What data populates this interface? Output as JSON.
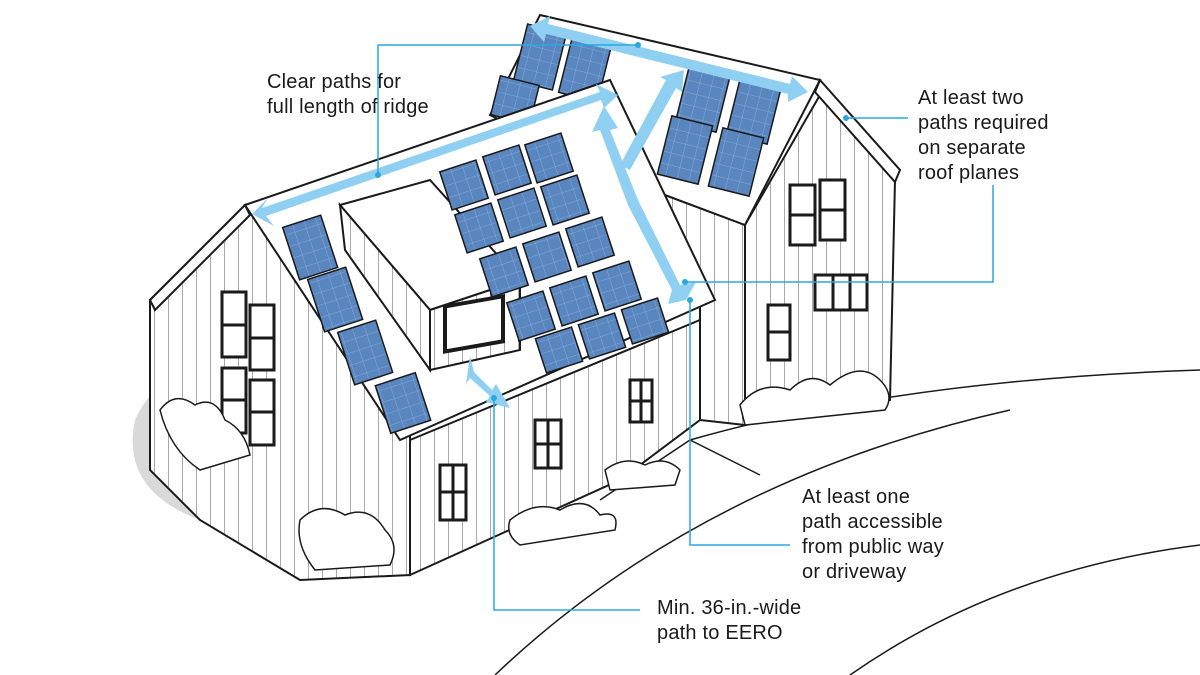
{
  "callouts": {
    "ridge": {
      "lines": [
        "Clear paths for",
        "full length of ridge"
      ]
    },
    "planes": {
      "lines": [
        "At least two",
        "paths required",
        "on separate",
        "roof planes"
      ]
    },
    "access": {
      "lines": [
        "At least one",
        "path accessible",
        "from public way",
        "or driveway"
      ]
    },
    "eero": {
      "lines": [
        "Min. 36-in.-wide",
        "path to EERO"
      ]
    }
  },
  "colors": {
    "path_arrow": "#8fd0f2",
    "leader_line": "#29a8e0",
    "panel": "#5a86bf",
    "panel_light": "#8fb2dc",
    "outline": "#1a1a1a",
    "shadow": "#d9d9d9",
    "siding": "#ffffff"
  }
}
